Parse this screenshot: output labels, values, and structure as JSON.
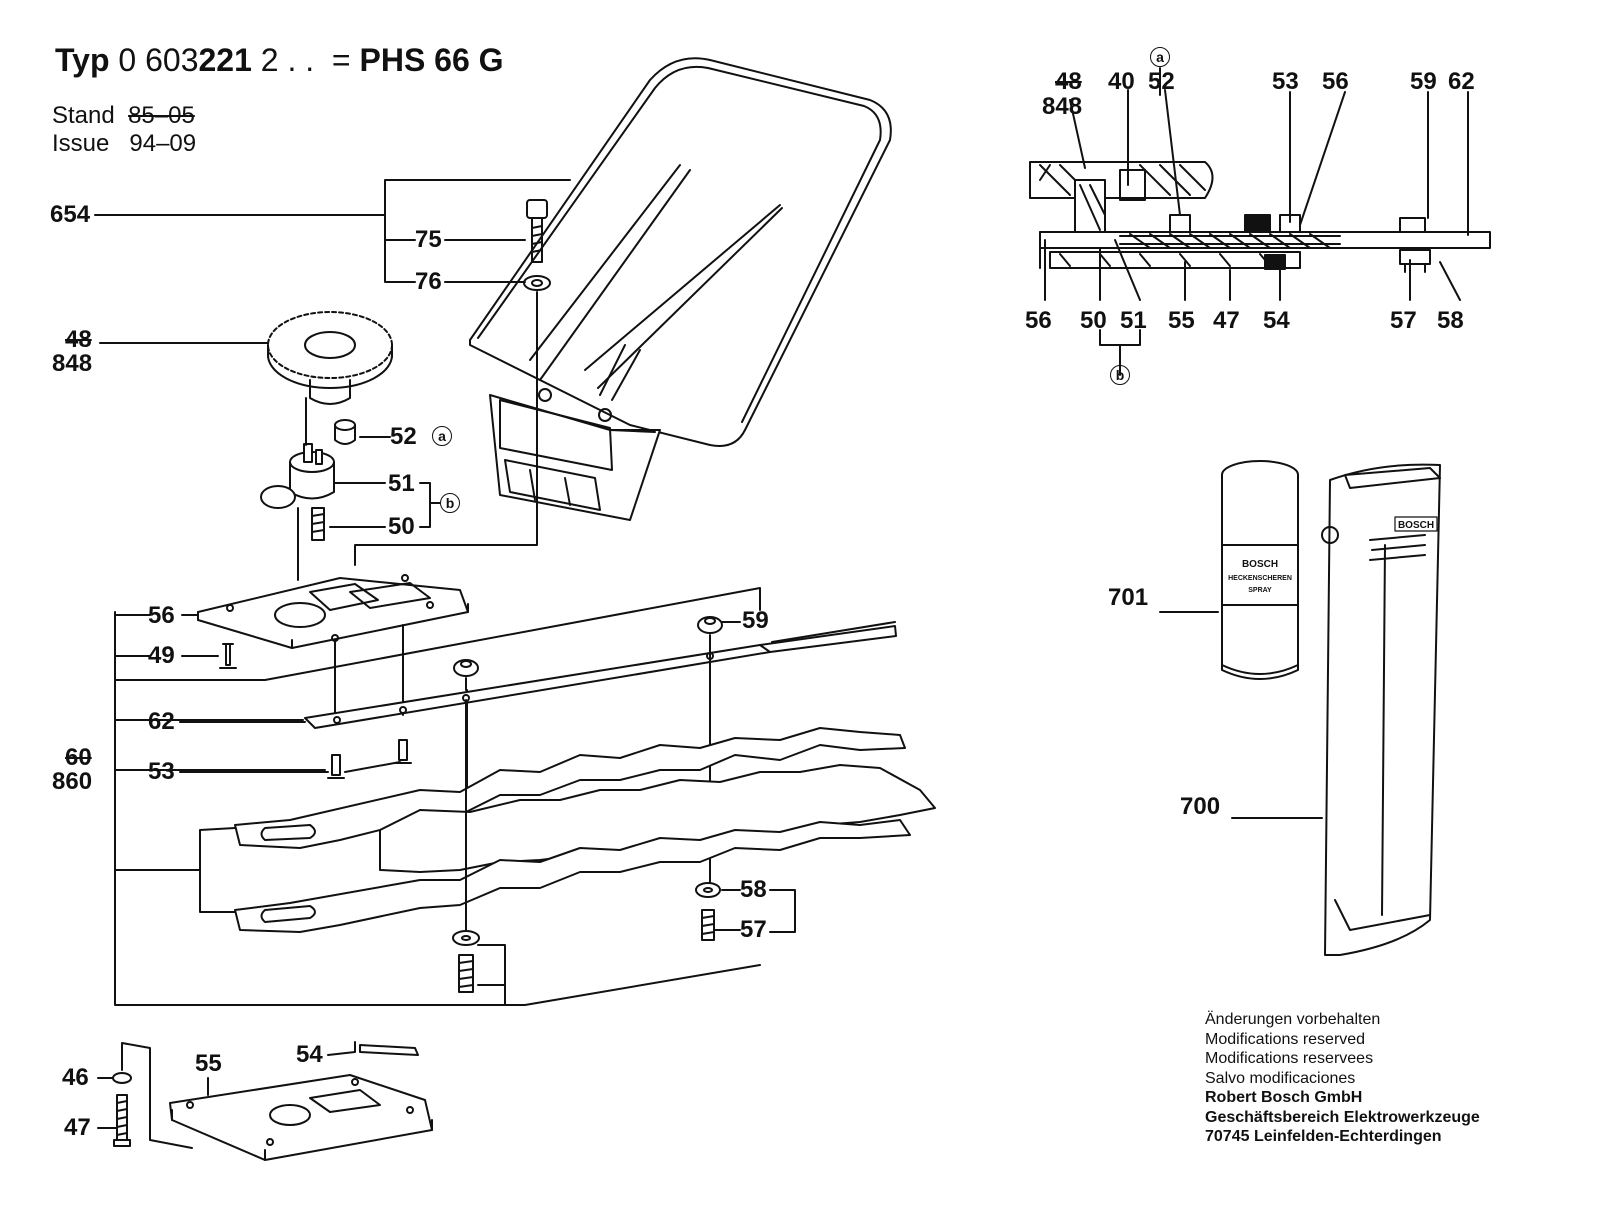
{
  "header": {
    "typ_label": "Typ",
    "typ_number_plain": "0 603",
    "typ_number_bold": "221",
    "typ_suffix": "2 . .",
    "equals": "=",
    "model": "PHS 66 G",
    "stand_label": "Stand",
    "stand_value": "85–05",
    "issue_label": "Issue",
    "issue_value": "94–09"
  },
  "callouts": {
    "c654": "654",
    "c75": "75",
    "c76": "76",
    "c48_old": "48",
    "c848": "848",
    "c52": "52",
    "c51": "51",
    "c50": "50",
    "c56": "56",
    "c49": "49",
    "c59": "59",
    "c62": "62",
    "c60_old": "60",
    "c860": "860",
    "c53": "53",
    "c58": "58",
    "c57": "57",
    "c46": "46",
    "c47": "47",
    "c55": "55",
    "c54": "54"
  },
  "section": {
    "c48_old": "48",
    "c848": "848",
    "c40": "40",
    "c52": "52",
    "c53": "53",
    "c56_top": "56",
    "c59": "59",
    "c62": "62",
    "c56": "56",
    "c50": "50",
    "c51": "51",
    "c55": "55",
    "c47": "47",
    "c54": "54",
    "c57": "57",
    "c58": "58"
  },
  "markers": {
    "a": "a",
    "b": "b"
  },
  "accessories": {
    "c701": "701",
    "c700": "700",
    "spray_brand": "BOSCH",
    "spray_text_1": "HECKENSCHEREN",
    "spray_text_2": "SPRAY",
    "sheath_brand": "BOSCH"
  },
  "footer": {
    "line1": "Änderungen vorbehalten",
    "line2": "Modifications reserved",
    "line3": "Modifications reservees",
    "line4": "Salvo modificaciones",
    "company": "Robert Bosch GmbH",
    "division": "Geschäftsbereich Elektrowerkzeuge",
    "address": "70745 Leinfelden-Echterdingen"
  }
}
